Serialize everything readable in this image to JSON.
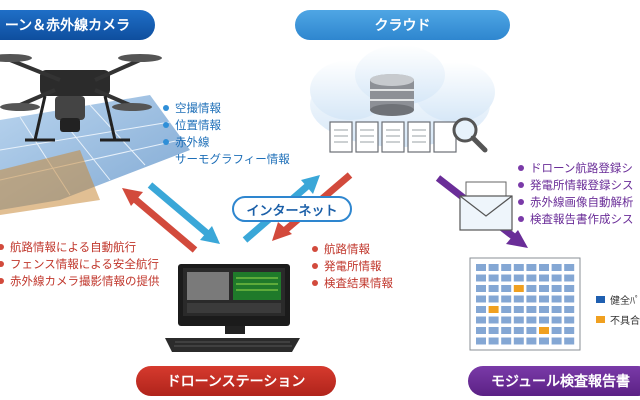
{
  "labels": {
    "drone_camera": "ーン＆赤外線カメラ",
    "cloud": "クラウド",
    "internet": "インターネット",
    "drone_station": "ドローンステーション",
    "module_report": "モジュール検査報告書"
  },
  "drone_to_cloud": [
    "空撮情報",
    "位置情報",
    "赤外線",
    "サーモグラフィー情報"
  ],
  "station_to_drone": [
    "航路情報による自動航行",
    "フェンス情報による安全航行",
    "赤外線カメラ撮影情報の提供"
  ],
  "cloud_to_station": [
    "航路情報",
    "発電所情報",
    "検査結果情報"
  ],
  "cloud_services": [
    "ドローン航路登録シ",
    "発電所情報登録シス",
    "赤外線画像自動解析",
    "検査報告書作成シス"
  ],
  "legend": [
    {
      "label": "健全ﾊﾟ",
      "color": "#1f5fb0"
    },
    {
      "label": "不具合",
      "color": "#f0a020"
    }
  ],
  "colors": {
    "blue": "#1f6fc7",
    "red": "#c0362b",
    "purple": "#6a2d98",
    "cyan": "#3aa7d8"
  }
}
